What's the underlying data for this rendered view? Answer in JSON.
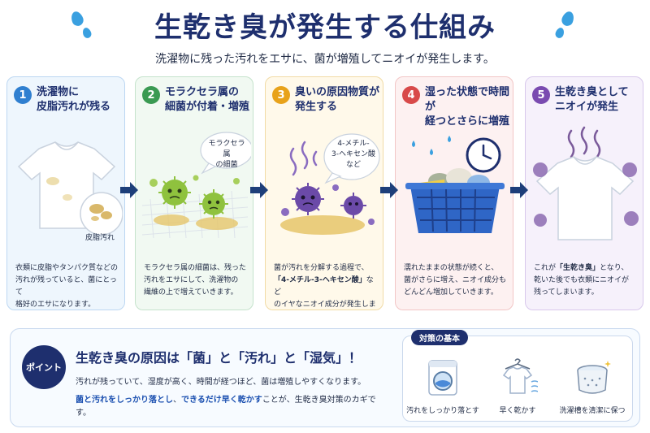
{
  "header": {
    "title": "生乾き臭が発生する仕組み",
    "subtitle": "洗濯物に残った汚れをエサに、菌が増殖してニオイが発生します。"
  },
  "steps": [
    {
      "num": "1",
      "color": "#2f7fd0",
      "border": "#bcd7f2",
      "bg": "#eef6fd",
      "title": "洗濯物に\n皮脂汚れが残る",
      "label": "皮脂汚れ",
      "desc": "衣類に皮脂やタンパク質などの\n汚れが残っていると、菌にとって\n格好のエサになります。"
    },
    {
      "num": "2",
      "color": "#3a9a52",
      "border": "#c5e3cc",
      "bg": "#f1f9f2",
      "title": "モラクセラ属の\n細菌が付着・増殖",
      "label": "モラクセラ属\nの細菌",
      "desc": "モラクセラ属の細菌は、残った\n汚れをエサにして、洗濯物の\n繊維の上で増えていきます。"
    },
    {
      "num": "3",
      "color": "#e8a21a",
      "border": "#f1dba6",
      "bg": "#fff9ea",
      "title": "臭いの原因物質が\n発生する",
      "label": "4-メチル-\n3-ヘキセン酸\nなど",
      "desc_a": "菌が汚れを分解する過程で、\n",
      "desc_b": "「4-メチル-3-ヘキセン酸」",
      "desc_c": "など\nのイヤなニオイ成分が発生します。"
    },
    {
      "num": "4",
      "color": "#d84a4a",
      "border": "#f2c6c6",
      "bg": "#fdf1f1",
      "title": "湿った状態で時間が\n経つとさらに増殖",
      "desc": "濡れたままの状態が続くと、\n菌がさらに増え、ニオイ成分も\nどんどん増加していきます。"
    },
    {
      "num": "5",
      "color": "#7a4bb0",
      "border": "#d8c8ec",
      "bg": "#f6f1fb",
      "title": "生乾き臭として\nニオイが発生",
      "desc_a": "これが",
      "desc_b": "「生乾き臭」",
      "desc_c": "となり、\n乾いた後でも衣類にニオイが\n残ってしまいます。"
    }
  ],
  "point": {
    "badge": "ポイント",
    "cause": "生乾き臭の原因は「菌」と「汚れ」と「湿気」！",
    "line1": "汚れが残っていて、湿度が高く、時間が経つほど、菌は増殖しやすくなります。",
    "line2_a": "菌と汚れをしっかり落とし",
    "line2_b": "、",
    "line2_c": "できるだけ早く乾かす",
    "line2_d": "ことが、生乾き臭対策のカギです。"
  },
  "countermeasures": {
    "label": "対策の基本",
    "items": [
      {
        "label": "汚れをしっかり落とす",
        "icon": "washing-machine-icon"
      },
      {
        "label": "早く乾かす",
        "icon": "hanging-shirt-icon"
      },
      {
        "label": "洗濯槽を清潔に保つ",
        "icon": "washing-drum-icon"
      }
    ]
  },
  "colors": {
    "navy": "#1e2f6e",
    "accent_blue": "#1a4fb0",
    "arrow": "#1e3f7a",
    "germ_green": "#8fc23e",
    "germ_purple": "#6b4aa8",
    "stain": "#d9b86a"
  }
}
